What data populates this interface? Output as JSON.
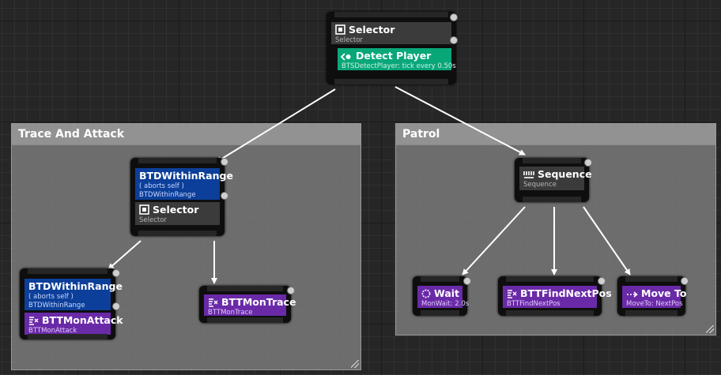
{
  "root": {
    "title": "Selector",
    "subtitle": "Selector",
    "service": {
      "title": "Detect Player",
      "subtitle": "BTSDetectPlayer: tick every 0.50s"
    }
  },
  "comments": {
    "left": {
      "title": "Trace And Attack"
    },
    "right": {
      "title": "Patrol"
    }
  },
  "trace_attack": {
    "decorator": {
      "title": "BTDWithinRange",
      "aborts": "( aborts self )",
      "subtitle": "BTDWithinRange"
    },
    "selector": {
      "title": "Selector",
      "subtitle": "Selector"
    },
    "attack_branch": {
      "decorator": {
        "title": "BTDWithinRange",
        "aborts": "( aborts self )",
        "subtitle": "BTDWithinRange"
      },
      "task": {
        "title": "BTTMonAttack",
        "subtitle": "BTTMonAttack"
      }
    },
    "trace_task": {
      "title": "BTTMonTrace",
      "subtitle": "BTTMonTrace"
    }
  },
  "patrol": {
    "sequence": {
      "title": "Sequence",
      "subtitle": "Sequence"
    },
    "wait": {
      "title": "Wait",
      "subtitle": "MonWait: 2.0s"
    },
    "find_next_pos": {
      "title": "BTTFindNextPos",
      "subtitle": "BTTFindNextPos"
    },
    "move_to": {
      "title": "Move To",
      "subtitle": "MoveTo: NextPos"
    }
  },
  "icons": {
    "selector": "selector-icon",
    "service": "service-icon",
    "sequence": "sequence-icon",
    "task": "task-icon",
    "wait": "wait-icon",
    "move": "move-to-icon"
  },
  "colors": {
    "composite": "#3b3b3b",
    "service": "#08a77a",
    "decorator": "#0c3f99",
    "task": "#6a2aa8",
    "wire": "#ffffff"
  }
}
